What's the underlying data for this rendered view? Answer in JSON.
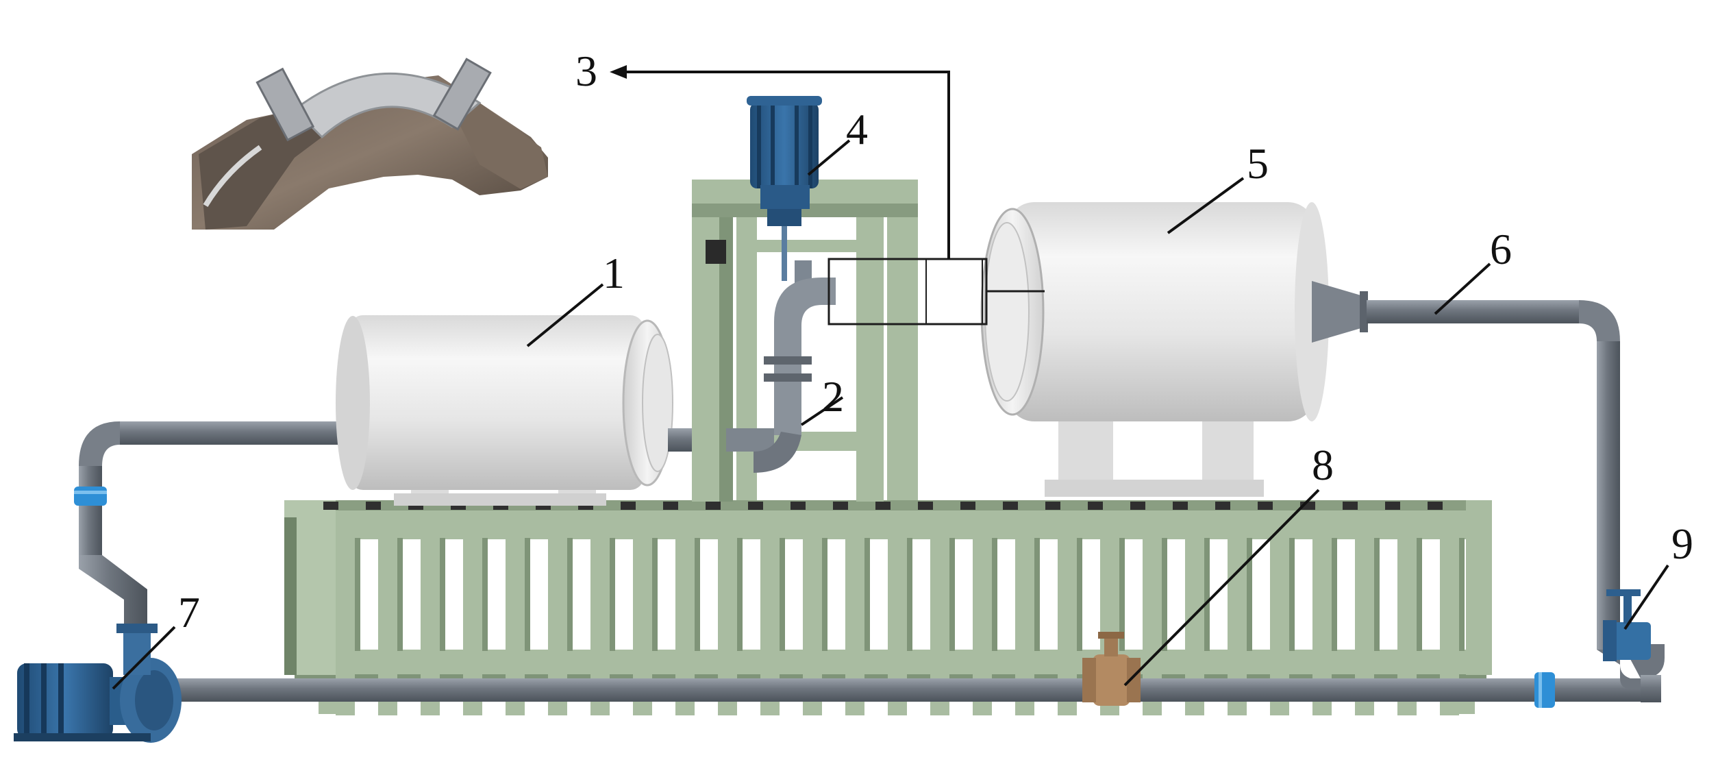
{
  "labels": {
    "l1": "1",
    "l2": "2",
    "l3": "3",
    "l4": "4",
    "l5": "5",
    "l6": "6",
    "l7": "7",
    "l8": "8",
    "l9": "9"
  },
  "colors": {
    "frame": "#a9bca1",
    "frame_dark": "#7f9478",
    "pipe": "#7f8791",
    "pipe_dark": "#5c636c",
    "tank": "#ebebeb",
    "motor_blue": "#2d5f8e",
    "valve_bronze": "#b38a62",
    "coupling_blue": "#2e8fd6"
  }
}
